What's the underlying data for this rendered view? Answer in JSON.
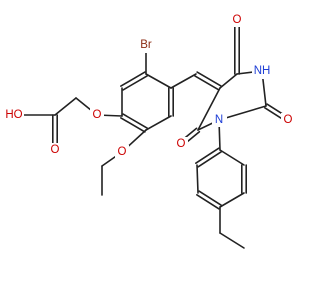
{
  "molecule": {
    "colors": {
      "bond": "#222222",
      "C": "#222222",
      "O": "#cc0000",
      "N": "#1f3fd6",
      "Br": "#8b2a12",
      "background": "#ffffff"
    },
    "atom_labels": {
      "bromine": "Br",
      "carboxyl_oh": "HO",
      "carbonyl_o_acid": "O",
      "ether_o_acid": "O",
      "ether_o_ethoxy": "O",
      "carbonyl_o_top": "O",
      "carbonyl_o_right": "O",
      "carbonyl_o_bottom": "O",
      "imide_nh": "NH",
      "ring_n": "N"
    }
  }
}
